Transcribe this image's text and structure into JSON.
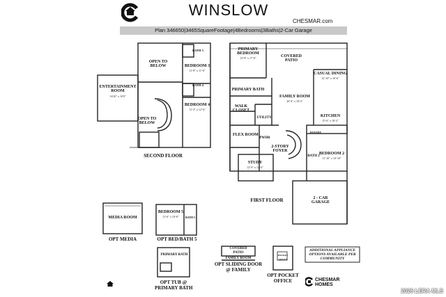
{
  "header": {
    "title": "WINSLOW",
    "website": "CHESMAR.com",
    "plan_specs": "Plan 346650|3465SquareFootage|4Bedrooms|3Baths|2-Car Garage"
  },
  "second_floor": {
    "caption": "SECOND FLOOR",
    "rooms": {
      "entertainment": {
        "name": "ENTERTAINMENT ROOM",
        "dim": "16'10\" x 19'0\""
      },
      "open1": {
        "name": "OPEN TO BELOW"
      },
      "open2": {
        "name": "OPEN TO BELOW"
      },
      "bath3": {
        "name": "BATH 3"
      },
      "bedroom3": {
        "name": "BEDROOM 3",
        "dim": "11'-8\" x 11'-0\""
      },
      "bath4": {
        "name": "BATH 4"
      },
      "bedroom4": {
        "name": "BEDROOM 4",
        "dim": "11'-3\" x 12'-0\""
      }
    }
  },
  "first_floor": {
    "caption": "FIRST FLOOR",
    "rooms": {
      "primary_bedroom": {
        "name": "PRIMARY BEDROOM",
        "dim": "13'-8\" x 17'-0\""
      },
      "covered_patio": {
        "name": "COVERED PATIO"
      },
      "casual_dining": {
        "name": "CASUAL DINING",
        "dim": "12'-10\" x 10'-6\""
      },
      "primary_bath": {
        "name": "PRIMARY BATH"
      },
      "family_room": {
        "name": "FAMILY ROOM",
        "dim": "20'-4\" x 18'-2\""
      },
      "walk_closet": {
        "name": "WALK CLOSET"
      },
      "utility": {
        "name": "UTILITY"
      },
      "kitchen": {
        "name": "KITCHEN",
        "dim": "15'-6\" x 18'-2\""
      },
      "pantry": {
        "name": "PANTRY"
      },
      "flex_room": {
        "name": "FLEX ROOM"
      },
      "pwdr": {
        "name": "PWDR"
      },
      "foyer": {
        "name": "2-STORY FOYER"
      },
      "bath2": {
        "name": "BATH 2"
      },
      "bedroom2": {
        "name": "BEDROOM 2",
        "dim": "11'-10\" x 10'-10\""
      },
      "study": {
        "name": "STUDY",
        "dim": "12'-0\" x 12'-4\""
      },
      "garage": {
        "name": "2 - CAR GARAGE"
      }
    }
  },
  "options": {
    "media": {
      "caption": "OPT MEDIA",
      "room": "MEDIA ROOM"
    },
    "bedbath5": {
      "caption": "OPT BED/BATH 5",
      "room": "BEDROOM 5",
      "dim": "11'-6\" x 10'-8\"",
      "bath": "BATH 5"
    },
    "tub": {
      "caption_line1": "OPT TUB @",
      "caption_line2": "PRIMARY BATH",
      "room": "PRIMARY BATH"
    },
    "sliding": {
      "caption_line1": "OPT SLIDING DOOR",
      "caption_line2": "@ FAMILY",
      "patio": "COVERED PATIO",
      "family": "FAMILY ROOM"
    },
    "pocket": {
      "caption_line1": "OPT POCKET",
      "caption_line2": "OFFICE",
      "room": "POCKET OFFICE"
    }
  },
  "appliance_note": {
    "line1": "ADDITIONAL APPLIANCE",
    "line2": "OPTIONS AVAILABLE PER",
    "line3": "COMMUNITY"
  },
  "footer": {
    "brand_line1": "CHESMAR",
    "brand_line2": "HOMES",
    "watermark": "2026 LERA MLS"
  }
}
